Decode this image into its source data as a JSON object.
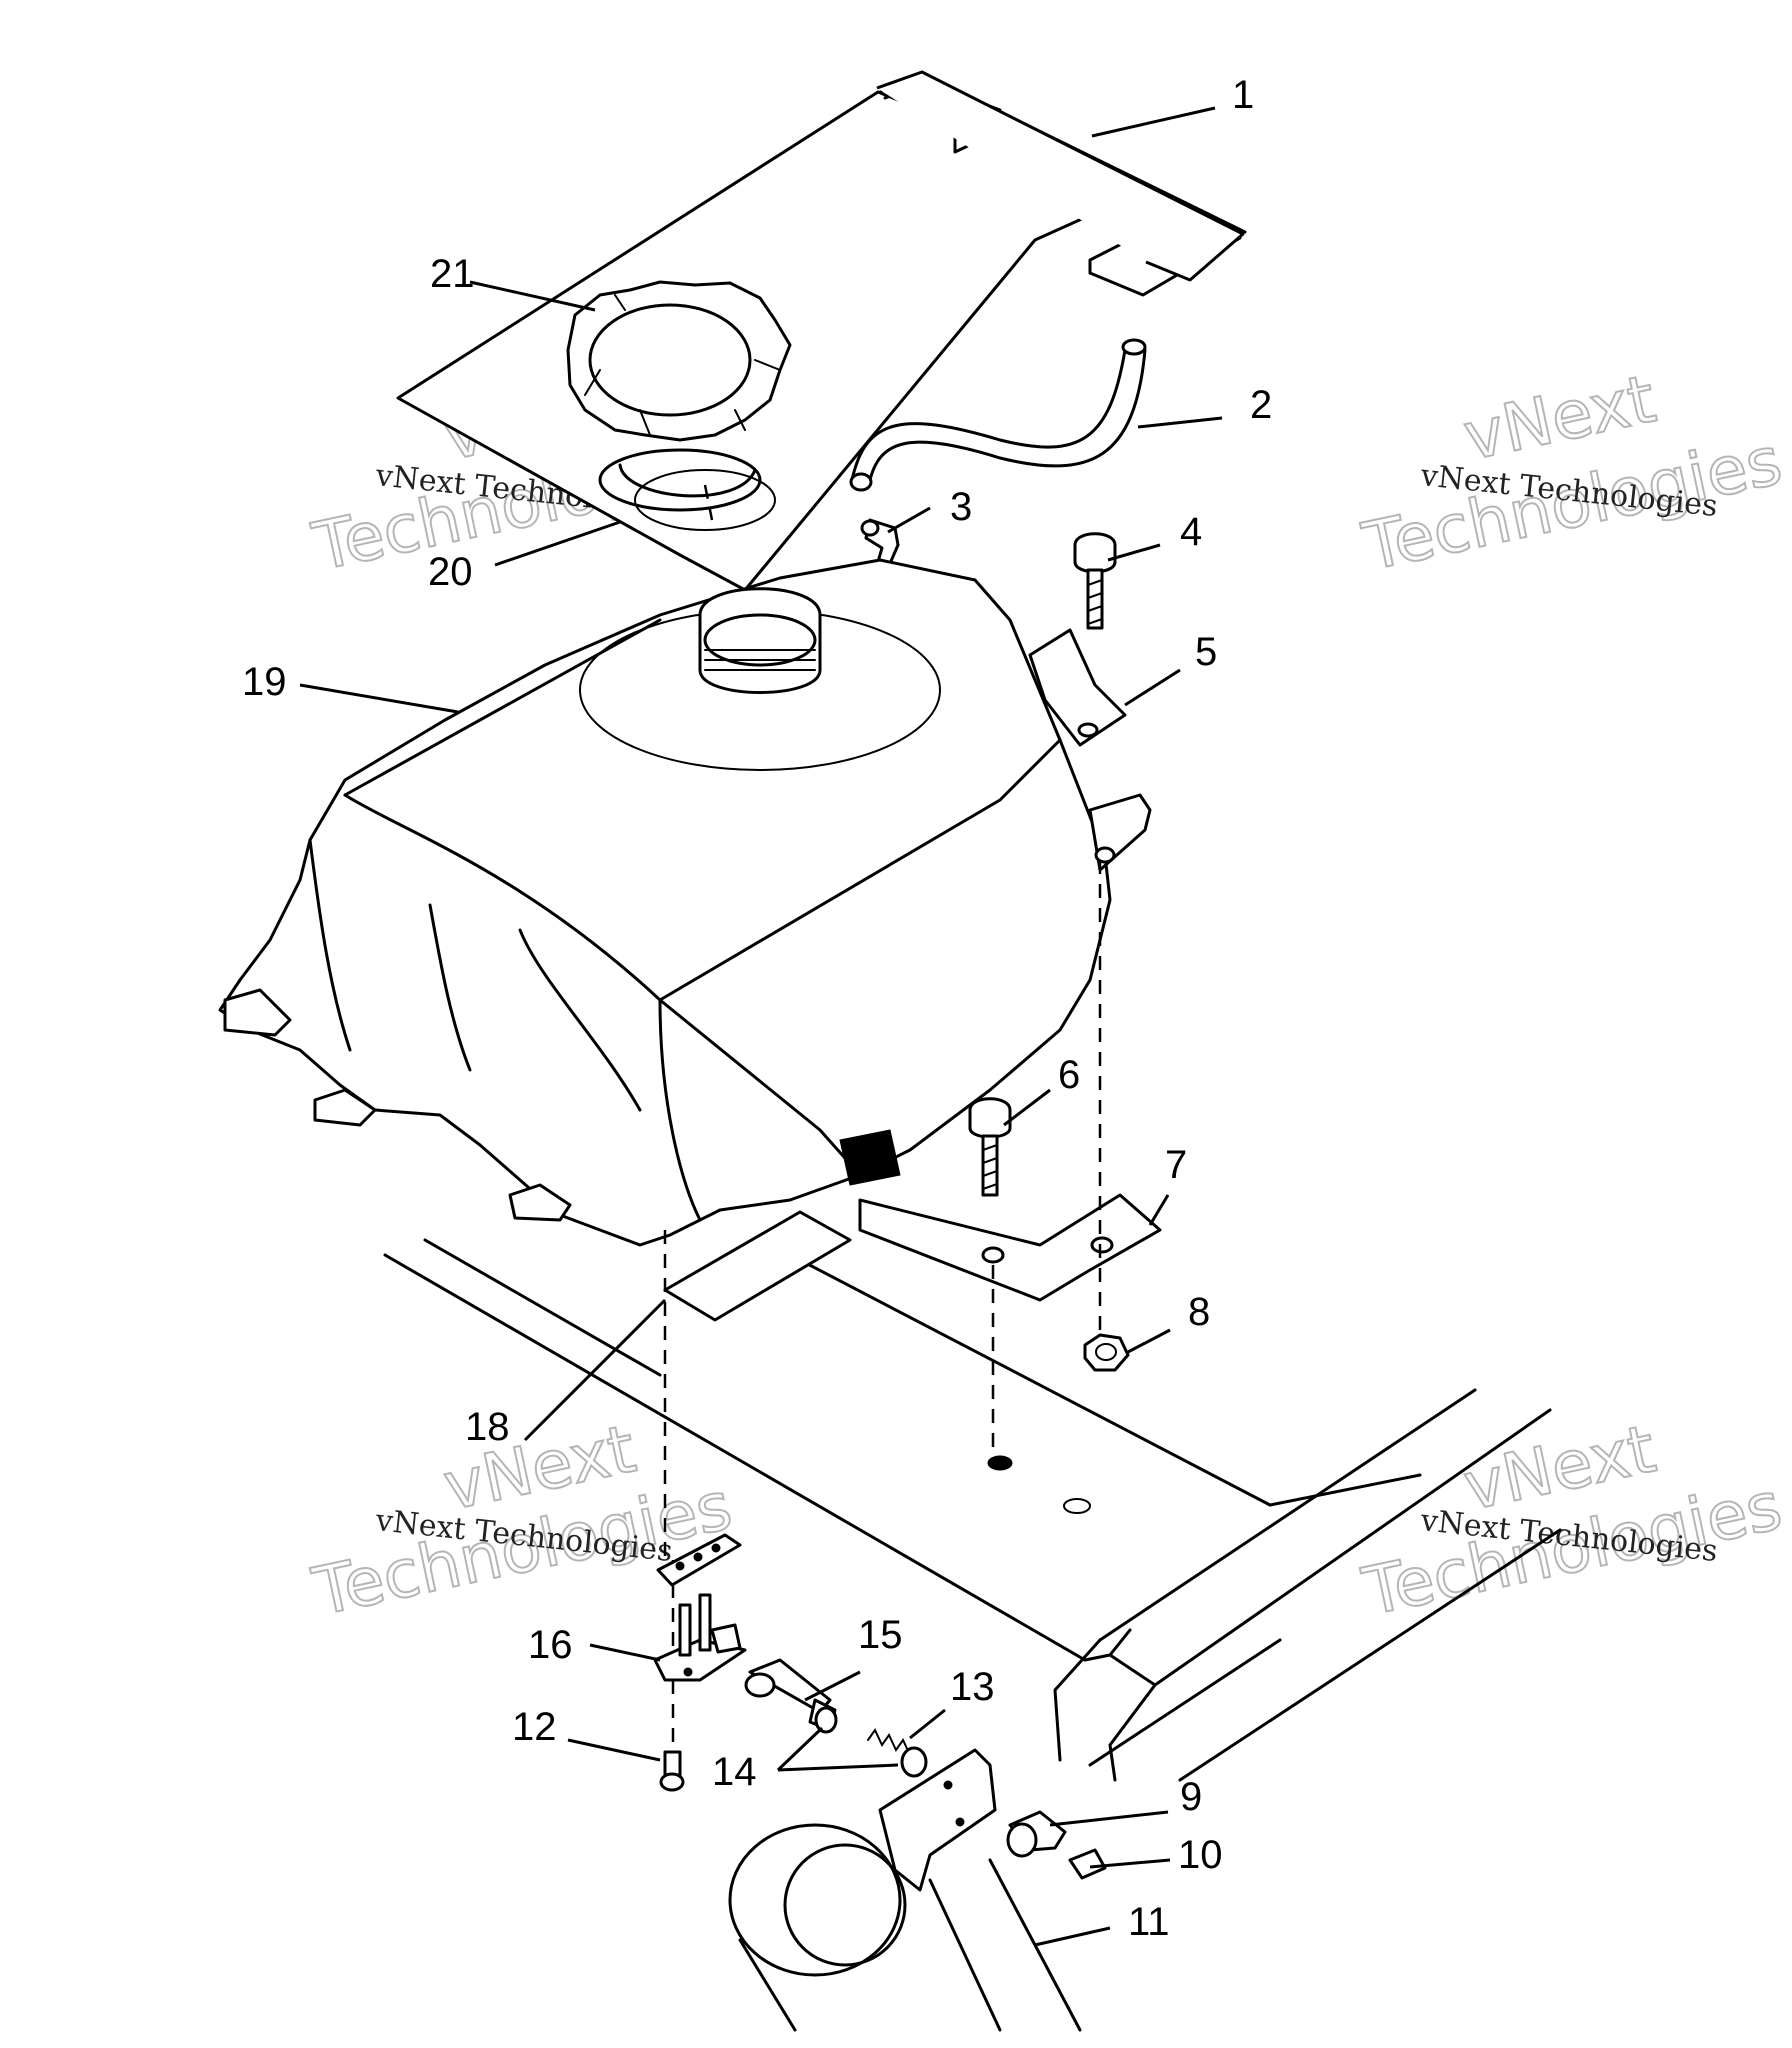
{
  "callouts": {
    "c1": "1",
    "c2": "2",
    "c3": "3",
    "c4": "4",
    "c5": "5",
    "c6": "6",
    "c7": "7",
    "c8": "8",
    "c9": "9",
    "c10": "10",
    "c11": "11",
    "c12": "12",
    "c13": "13",
    "c14": "14",
    "c15": "15",
    "c16": "16",
    "c18": "18",
    "c19": "19",
    "c20": "20",
    "c21": "21"
  },
  "watermark": {
    "small_text": "vNext Technologies",
    "big_line1": "vNext",
    "big_line2": "Technologies"
  }
}
